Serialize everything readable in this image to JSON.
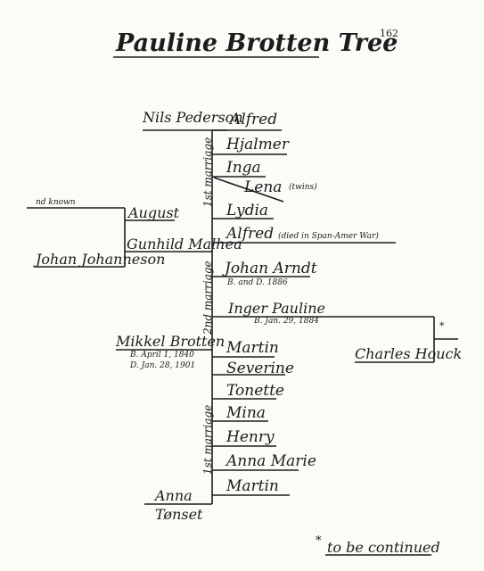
{
  "page_number": "162",
  "title": "Pauline Brotten Tree",
  "people": {
    "nils_pederson": "Nils Pederson",
    "not_known": "nd known",
    "johan_johanneson": "Johan Johanneson",
    "august": "August",
    "gunhild_malhea": "Gunhild Malhea",
    "mikkel_brotten": "Mikkel Brotten",
    "mikkel_dates_b": "B. April 1, 1840",
    "mikkel_dates_d": "D. Jan. 28, 1901",
    "anna_tonset_1": "Anna",
    "anna_tonset_2": "Tønset",
    "charles_houck": "Charles Houck"
  },
  "first_family": {
    "marriage_label": "1st marriage",
    "children": {
      "alfred_1": "Alfred",
      "hjalmer": "Hjalmer",
      "inga": "Inga",
      "lena": "Lena",
      "twins_note": "(twins)",
      "lydia": "Lydia",
      "alfred_2": "Alfred",
      "alfred_2_note": "(died in Span-Amer War)"
    }
  },
  "second_marriage": {
    "marriage_label": "2nd marriage",
    "johan_arndt": "Johan Arndt",
    "johan_arndt_dates": "B. and D. 1886",
    "inger_pauline": "Inger Pauline",
    "inger_pauline_dates": "B. Jan. 29, 1884"
  },
  "mikkel_first_marriage": {
    "marriage_label": "1st marriage",
    "children": [
      "Martin",
      "Severine",
      "Tonette",
      "Mina",
      "Henry",
      "Anna Marie",
      "Martin"
    ]
  },
  "continued_marker": "*",
  "footnote": {
    "marker": "*",
    "text": "to be continued"
  }
}
